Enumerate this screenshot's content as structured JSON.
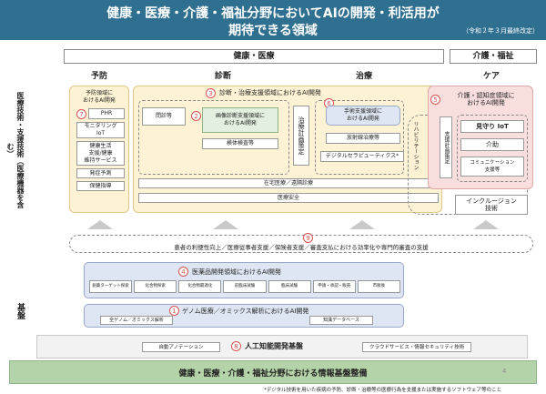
{
  "header": {
    "title_line1": "健康・医療・介護・福祉分野においてAIの開発・利活用が",
    "title_line2": "期待できる領域",
    "revised": "（令和２年３月最終改定）"
  },
  "top_headers": {
    "health_medical": "健康・医療",
    "care_welfare": "介護・福祉"
  },
  "columns": {
    "prevention": "予防",
    "diagnosis": "診断",
    "treatment": "治療",
    "care": "ケア"
  },
  "side_labels": {
    "top": "医療技術・支援技術（医療機器を含む）",
    "bottom": "基盤"
  },
  "prevention": {
    "box_title": "予防領域に\nおけるAI開発",
    "items": [
      "PHR",
      "モニタリング\nIoT",
      "健康生活\n支援/健康\n維持サービス",
      "発症予測",
      "保健指導"
    ],
    "num": "7"
  },
  "diagnosis_treatment": {
    "num3": "3",
    "label3": "診断・治療支援領域におけるAI開発",
    "interview": "問診等",
    "imaging": "画像診断支援領域に\nおけるAI開発",
    "num2": "2",
    "specimen": "検体検査等",
    "plan": "治療計画策定",
    "num6": "6",
    "surgery": "手術支援領域に\nおけるAI開発",
    "radiation": "放射線治療等",
    "digital": "デジタルセラピューティクス*",
    "home": "在宅医療／遠隔診療",
    "safety": "医療安全"
  },
  "care": {
    "num5": "5",
    "title": "介護・認知症領域に\nおけるAI開発",
    "plan": "支援計画策定",
    "watch": "見守り IoT",
    "assist": "介助",
    "communication": "コミュニケーション\n支援等",
    "rehab": "リハビリテーション",
    "inclusion": "インクルージョン\n技術"
  },
  "patient_support": {
    "num": "9",
    "text": "患者の利便性向上／医療従事者支援／保険者支援／審査支払における効率化や専門的審査の支援"
  },
  "drug": {
    "num": "4",
    "title": "医薬品開発領域におけるAI開発",
    "steps": [
      "創薬ターゲット探索",
      "化合物探索",
      "化合物最適化",
      "前臨床試験",
      "臨床試験",
      "申請・承認・販売",
      "市販後"
    ]
  },
  "genome": {
    "num": "1",
    "title": "ゲノム医療／オミックス解析におけるAI開発",
    "whole": "全ゲノム／オミックス解析",
    "kdb": "知識データベース"
  },
  "ai_base": {
    "num": "8",
    "title": "人工知能開発基盤",
    "annotation": "自動アノテーション",
    "cloud": "クラウドサービス・情報セキュリティ技術"
  },
  "info_base": {
    "title": "健康・医療・介護・福祉分野における情報基盤整備"
  },
  "footnote": "*デジタル技術を用いた疾病の予防、診断・治療等の医療行為を支援または実施するソフトウェア等のこと",
  "page_number": "4"
}
